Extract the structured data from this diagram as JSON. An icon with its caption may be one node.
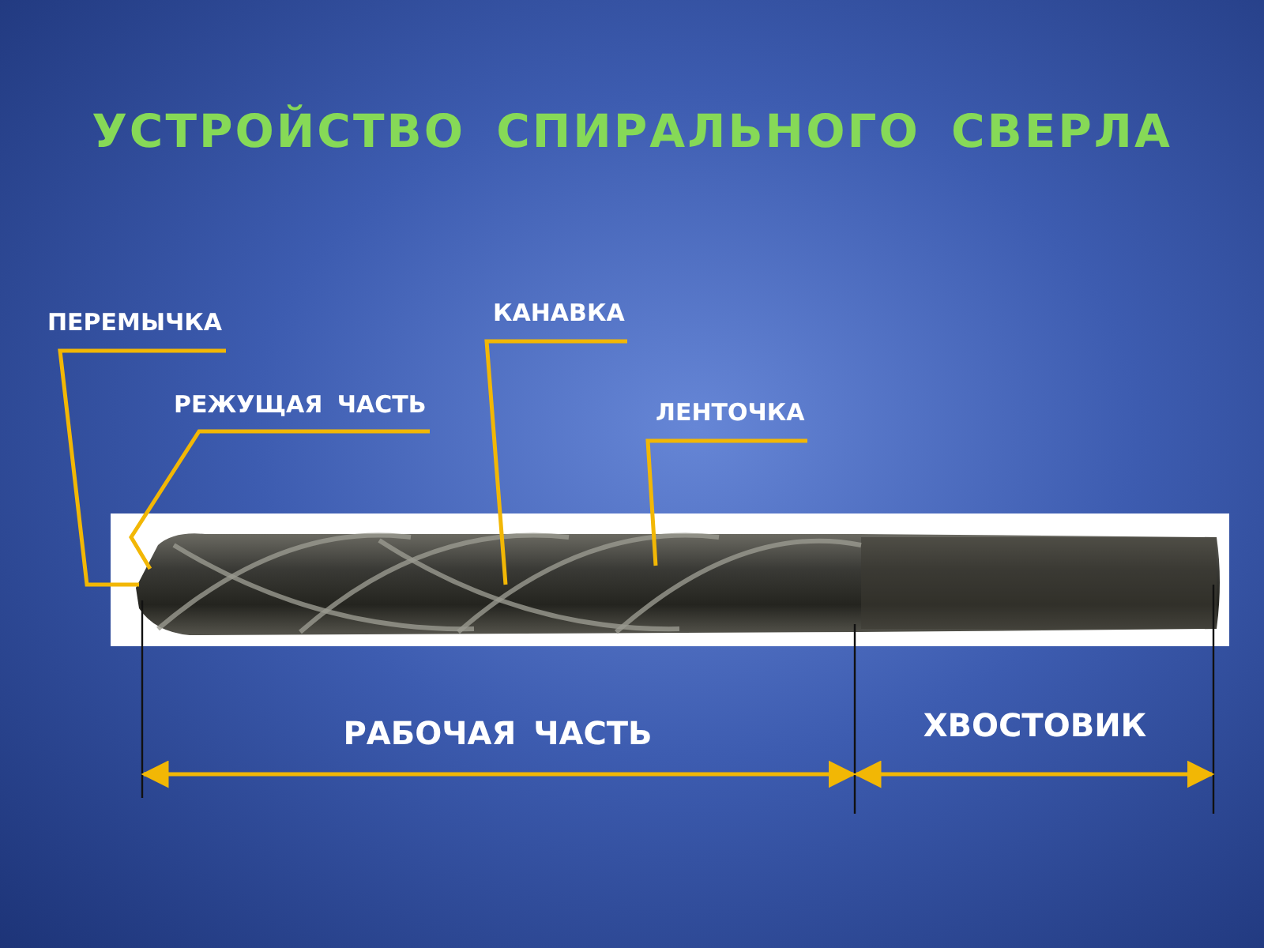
{
  "diagram": {
    "title": "УСТРОЙСТВО СПИРАЛЬНОГО СВЕРЛА",
    "nodes": [
      {
        "text": [
          "ПЕРЕМЫЧКА"
        ]
      },
      {
        "text": [
          "КАНАВКА"
        ]
      },
      {
        "text": [
          "РЕЖУЩАЯ ЧАСТЬ"
        ]
      },
      {
        "text": [
          "ЛЕНТОЧКА"
        ]
      }
    ],
    "edges": [
      {
        "from": 0,
        "to": null,
        "arrow": "none"
      },
      {
        "from": 1,
        "to": null,
        "arrow": "none"
      },
      {
        "from": 2,
        "to": null,
        "arrow": "none"
      },
      {
        "from": 3,
        "to": null,
        "arrow": "none"
      }
    ],
    "labels": [
      "РАБОЧАЯ ЧАСТЬ",
      "ХВОСТОВИК"
    ]
  }
}
